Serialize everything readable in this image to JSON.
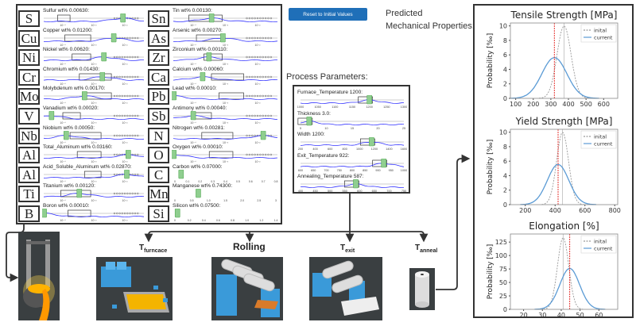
{
  "reset_button": "Reset to Initial Values",
  "predicted_title": [
    "Predicted",
    "Mechanical Properties:"
  ],
  "process_title": "Process Parameters:",
  "log_ticks": [
    "10⁻⁴",
    "10⁻³",
    "10⁻²"
  ],
  "elements_left": [
    {
      "symbol": "S",
      "label": "Sulfur wt% 0.00630:",
      "value": 0.0063,
      "range": [
        0.0001,
        0.02
      ],
      "scale": "log"
    },
    {
      "symbol": "Cu",
      "label": "Copper wt% 0.01200:",
      "value": 0.012,
      "range": [
        0.0001,
        0.1
      ],
      "scale": "log"
    },
    {
      "symbol": "Ni",
      "label": "Nickel wt% 0.00620:",
      "value": 0.0062,
      "range": [
        0.0001,
        0.1
      ],
      "scale": "log"
    },
    {
      "symbol": "Cr",
      "label": "Chromium wt% 0.01430:",
      "value": 0.0143,
      "range": [
        0.0001,
        0.5
      ],
      "scale": "log"
    },
    {
      "symbol": "Mo",
      "label": "Molybdenum wt% 0.00170:",
      "value": 0.0017,
      "range": [
        0.0001,
        0.1
      ],
      "scale": "log"
    },
    {
      "symbol": "V",
      "label": "Vanadium wt% 0.00020:",
      "value": 0.0002,
      "range": [
        0.0001,
        0.2
      ],
      "scale": "log"
    },
    {
      "symbol": "Nb",
      "label": "Niobium wt% 0.00050:",
      "value": 0.0005,
      "range": [
        0.0001,
        0.1
      ],
      "scale": "log"
    },
    {
      "symbol": "Al",
      "label": "Total_Aluminum wt% 0.03160:",
      "value": 0.0316,
      "range": [
        0.0001,
        0.1
      ],
      "scale": "log"
    },
    {
      "symbol": "Al",
      "label": "Acid_Soluble_Aluminum wt% 0.02870:",
      "value": 0.0287,
      "range": [
        0.0001,
        0.1
      ],
      "scale": "log"
    },
    {
      "symbol": "Ti",
      "label": "Titanium wt% 0.00120:",
      "value": 0.0012,
      "range": [
        0.0001,
        0.1
      ],
      "scale": "log"
    },
    {
      "symbol": "B",
      "label": "Boron wt% 0.00010:",
      "value": 0.0001,
      "range": [
        0.0001,
        0.01
      ],
      "scale": "log"
    }
  ],
  "elements_right": [
    {
      "symbol": "Sn",
      "label": "Tin wt% 0.00130:",
      "value": 0.0013,
      "range": [
        0.0001,
        0.1
      ],
      "scale": "log"
    },
    {
      "symbol": "As",
      "label": "Arsenic wt% 0.00270:",
      "value": 0.0027,
      "range": [
        0.0001,
        0.1
      ],
      "scale": "log"
    },
    {
      "symbol": "Zr",
      "label": "Zirconium wt% 0.00110:",
      "value": 0.0011,
      "range": [
        0.0001,
        0.1
      ],
      "scale": "log"
    },
    {
      "symbol": "Ca",
      "label": "Calcium wt% 0.00060:",
      "value": 0.0006,
      "range": [
        0.0001,
        0.05
      ],
      "scale": "log"
    },
    {
      "symbol": "Pb",
      "label": "Lead wt% 0.00010:",
      "value": 0.0001,
      "range": [
        0.0001,
        0.1
      ],
      "scale": "log"
    },
    {
      "symbol": "Sb",
      "label": "Antimony wt% 0.00040:",
      "value": 0.0004,
      "range": [
        0.0001,
        0.1
      ],
      "scale": "log"
    },
    {
      "symbol": "N",
      "label": "Nitrogen wt% 0.00281:",
      "value": 0.00281,
      "range": [
        0.0001,
        0.005
      ],
      "scale": "log"
    },
    {
      "symbol": "O",
      "label": "Oxygen wt% 0.00010:",
      "value": 0.0001,
      "range": [
        0.0001,
        0.05
      ],
      "scale": "log"
    },
    {
      "symbol": "C",
      "label": "Carbon wt% 0.07000:",
      "value": 0.07,
      "range": [
        0,
        0.8
      ],
      "scale": "linear",
      "ticks": [
        "0",
        "0.1",
        "0.2",
        "0.3",
        "0.4",
        "0.5",
        "0.6",
        "0.7",
        "0.8"
      ]
    },
    {
      "symbol": "Mn",
      "label": "Manganese wt% 0.74300:",
      "value": 0.743,
      "range": [
        0,
        3
      ],
      "scale": "linear",
      "ticks": [
        "0",
        "0.5",
        "1.0",
        "1.5",
        "2.0",
        "2.5",
        "3"
      ]
    },
    {
      "symbol": "Si",
      "label": "Silicon wt% 0.07500:",
      "value": 0.075,
      "range": [
        0,
        1.4
      ],
      "scale": "linear",
      "ticks": [
        "0",
        "0.2",
        "0.4",
        "0.6",
        "0.8",
        "1.0",
        "1.2",
        "1.4"
      ]
    }
  ],
  "process_params": [
    {
      "label": "Furnace_Temperature 1200:",
      "value": 1200,
      "range": [
        1000,
        1300
      ],
      "ticks": [
        "1000",
        "1050",
        "1100",
        "1150",
        "1200",
        "1250",
        "1300"
      ]
    },
    {
      "label": "Thickness 3.0:",
      "value": 3.0,
      "range": [
        1,
        25
      ],
      "ticks": [
        "5",
        "10",
        "15",
        "20",
        "25"
      ]
    },
    {
      "label": "Width 1200:",
      "value": 1200,
      "range": [
        100,
        1700
      ],
      "ticks": [
        "200",
        "400",
        "600",
        "800",
        "1000",
        "1200",
        "1400",
        "1600"
      ]
    },
    {
      "label": "Exit_Temperature 922:",
      "value": 922,
      "range": [
        600,
        1000
      ],
      "ticks": [
        "600",
        "650",
        "700",
        "750",
        "800",
        "850",
        "900",
        "950",
        "1000"
      ]
    },
    {
      "label": "Annealing_Temperature 587:",
      "value": 587,
      "range": [
        400,
        750
      ],
      "ticks": [
        "400",
        "450",
        "500",
        "550",
        "600",
        "650",
        "700",
        "750"
      ]
    }
  ],
  "stages": {
    "furnace": "T",
    "furnace_sub": "furncace",
    "rolling": "Rolling",
    "exit": "T",
    "exit_sub": "exit",
    "anneal": "T",
    "anneal_sub": "anneal"
  },
  "colors": {
    "button": "#1f6fb8",
    "current": "#5b9bd5",
    "initial": "#999999",
    "marker": "#e53935",
    "slider": "#8fce8f",
    "kde": "#3333ff",
    "equipment": "#3a9ad9",
    "image_bg": "#3a3f41"
  },
  "chart_data": [
    {
      "type": "line",
      "title": "Tensile Strength [MPa]",
      "ylabel": "Probability [‰]",
      "xlim": [
        70,
        680
      ],
      "ylim": [
        0,
        10.4
      ],
      "xticks": [
        100,
        200,
        300,
        400,
        500,
        600
      ],
      "yticks": [
        0,
        2,
        4,
        6,
        8,
        10
      ],
      "legend": "top-right",
      "series": [
        {
          "name": "inital",
          "mean": 375,
          "sd": 40,
          "style": "dashed"
        },
        {
          "name": "current",
          "mean": 320,
          "sd": 71,
          "style": "solid"
        }
      ],
      "current_marker": 320,
      "initial_marker": 375
    },
    {
      "type": "line",
      "title": "Yield Strength [MPa]",
      "ylabel": "Probability [‰]",
      "xlim": [
        100,
        820
      ],
      "ylim": [
        0,
        10.4
      ],
      "xticks": [
        200,
        400,
        600,
        800
      ],
      "yticks": [
        0,
        2,
        4,
        6,
        8,
        10
      ],
      "legend": "top-right",
      "series": [
        {
          "name": "inital",
          "mean": 450,
          "sd": 40,
          "style": "dashed"
        },
        {
          "name": "current",
          "mean": 420,
          "sd": 72,
          "style": "solid"
        }
      ],
      "current_marker": 420,
      "initial_marker": 450
    },
    {
      "type": "line",
      "title": "Elongation [%]",
      "ylabel": "Probability [‰]",
      "xlim": [
        13,
        70
      ],
      "ylim": [
        0,
        140
      ],
      "xticks": [
        20,
        30,
        40,
        50,
        60
      ],
      "yticks": [
        0,
        25,
        50,
        75,
        100,
        125
      ],
      "legend": "top-right",
      "series": [
        {
          "name": "inital",
          "mean": 41,
          "sd": 3,
          "style": "dashed"
        },
        {
          "name": "current",
          "mean": 44.5,
          "sd": 5.25,
          "style": "solid"
        }
      ],
      "current_marker": 44.5,
      "initial_marker": 41
    }
  ]
}
